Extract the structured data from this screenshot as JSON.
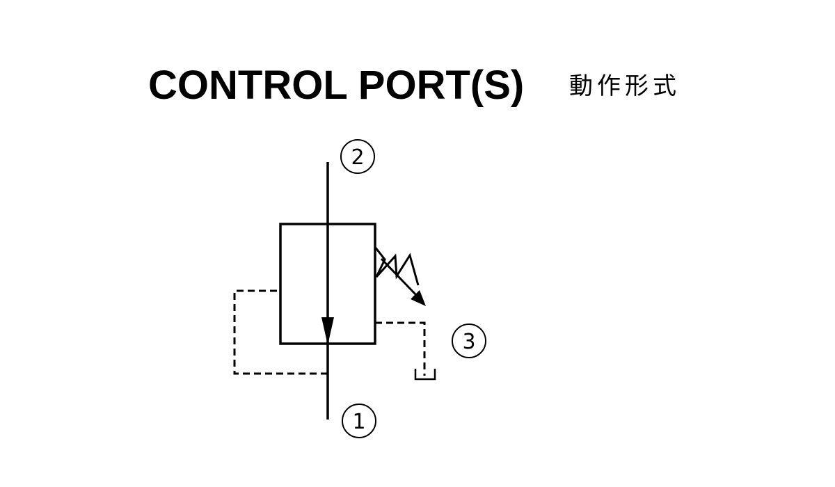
{
  "title": {
    "main": "CONTROL PORT(S)",
    "chinese": "動作形式"
  },
  "ports": [
    {
      "id": "port-1",
      "label": "1"
    },
    {
      "id": "port-2",
      "label": "2"
    },
    {
      "id": "port-3",
      "label": "3"
    }
  ],
  "colors": {
    "line": "#000000",
    "background": "#ffffff"
  }
}
